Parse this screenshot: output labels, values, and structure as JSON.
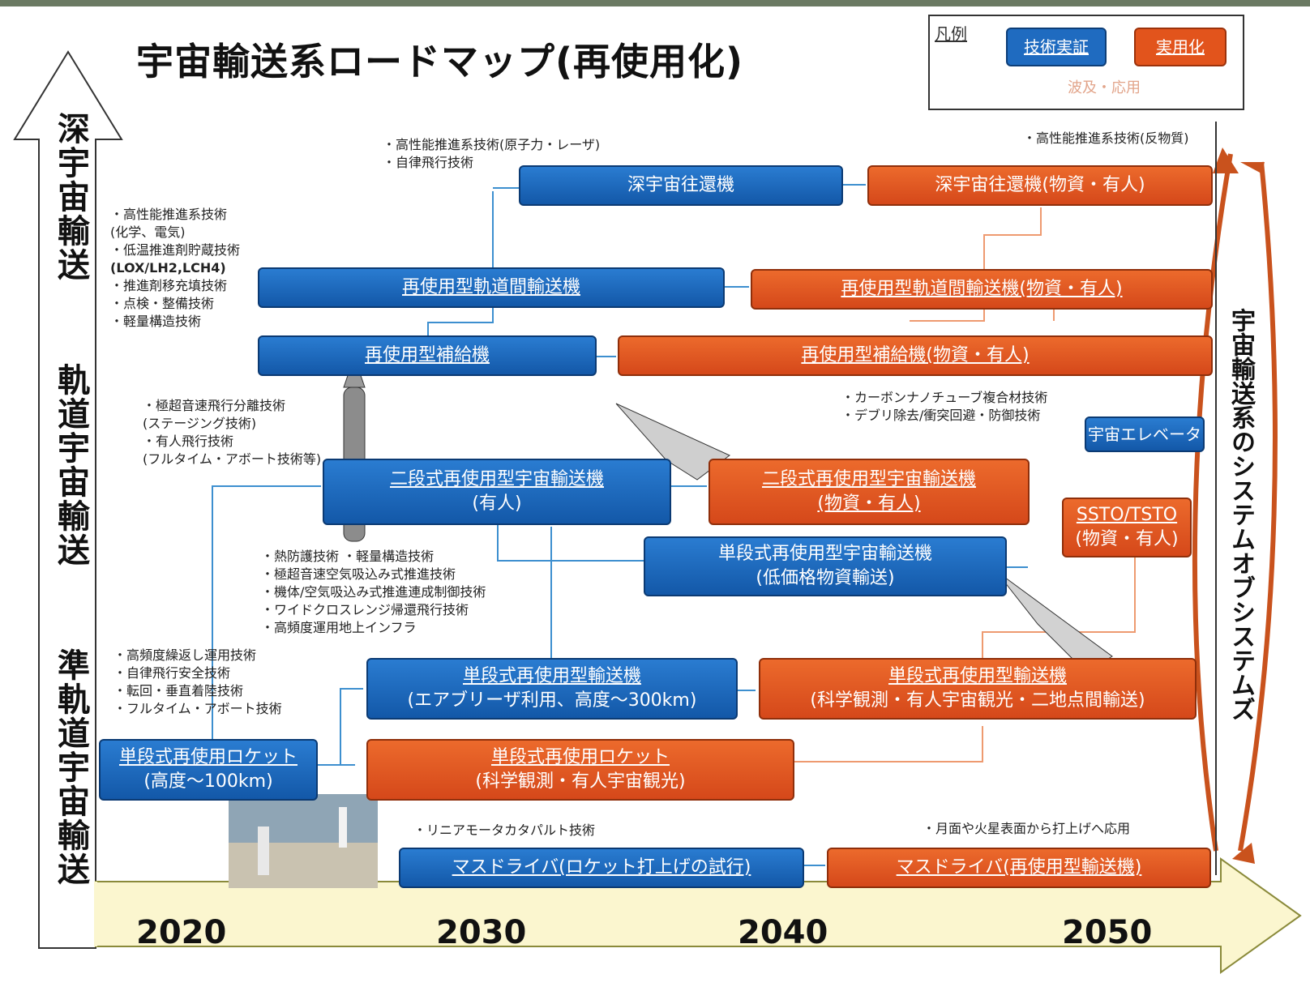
{
  "title": "宇宙輸送系ロードマップ(再使用化)",
  "legend": {
    "label": "凡例",
    "tech_demo": "技術実証",
    "practical": "実用化",
    "spread": "波及・応用"
  },
  "axis": {
    "y_top": "深宇宙輸送",
    "y_mid": "軌道宇宙輸送",
    "y_bottom": "準軌道宇宙輸送",
    "years": [
      "2020",
      "2030",
      "2040",
      "2050"
    ]
  },
  "system_of_systems": "宇宙輸送系のシステムオブシステムズ",
  "boxes": {
    "deep_space_demo": "深宇宙往還機",
    "deep_space_practical": "深宇宙往還機(物資・有人)",
    "otv_demo": "再使用型軌道間輸送機",
    "otv_practical": "再使用型軌道間輸送機(物資・有人)",
    "resupply_demo": "再使用型補給機",
    "resupply_practical": "再使用型補給機(物資・有人)",
    "tsto_demo_l1": "二段式再使用型宇宙輸送機",
    "tsto_demo_l2": "(有人)",
    "tsto_practical_l1": "二段式再使用型宇宙輸送機",
    "tsto_practical_l2": "(物資・有人)",
    "elevator": "宇宙エレベータ",
    "ssto_l1": "SSTO/TSTO",
    "ssto_l2": "(物資・有人)",
    "ssto_cargo_l1": "単段式再使用型宇宙輸送機",
    "ssto_cargo_l2": "(低価格物資輸送)",
    "airbreather_l1": "単段式再使用型輸送機",
    "airbreather_l2": "(エアブリーザ利用、高度～300km)",
    "ssto_tour_l1": "単段式再使用型輸送機",
    "ssto_tour_l2": "(科学観測・有人宇宙観光・二地点間輸送)",
    "rocket_demo_l1": "単段式再使用ロケット",
    "rocket_demo_l2": "(高度～100km)",
    "rocket_practical_l1": "単段式再使用ロケット",
    "rocket_practical_l2": "(科学観測・有人宇宙観光)",
    "massdriver_demo": "マスドライバ(ロケット打上げの試行)",
    "massdriver_practical": "マスドライバ(再使用型輸送機)"
  },
  "notes": {
    "deep_top": [
      "・高性能推進系技術(原子力・レーザ)",
      "・自律飛行技術"
    ],
    "deep_right": "・高性能推進系技術(反物質)",
    "otv_left": [
      "・高性能推進系技術",
      "(化学、電気)",
      "・低温推進剤貯蔵技術",
      "(LOX/LH2,LCH4)",
      "・推進剤移充填技術",
      "・点検・整備技術",
      "・軽量構造技術"
    ],
    "tsto_left": [
      "・極超音速飛行分離技術",
      "(ステージング技術)",
      "・有人飛行技術",
      "(フルタイム・アボート技術等)"
    ],
    "carbon": [
      "・カーボンナノチューブ複合材技術",
      "・デブリ除去/衝突回避・防御技術"
    ],
    "thermal": [
      "・熱防護技術 ・軽量構造技術",
      "・極超音速空気吸込み式推進技術",
      "・機体/空気吸込み式推進連成制御技術",
      "・ワイドクロスレンジ帰還飛行技術",
      "・高頻度運用地上インフラ"
    ],
    "rocket_left": [
      "・高頻度繰返し運用技術",
      "・自律飛行安全技術",
      "・転回・垂直着陸技術",
      "・フルタイム・アボート技術"
    ],
    "linear": "・リニアモータカタパルト技術",
    "lunar": "・月面や火星表面から打上げへ応用"
  },
  "colors": {
    "tech_demo": "#1f6bc0",
    "practical": "#e2541c",
    "timeline": "#fbf6cf"
  }
}
